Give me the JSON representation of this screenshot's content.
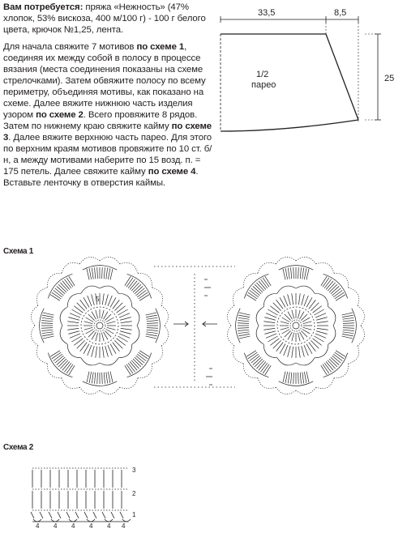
{
  "materials": {
    "heading": "Вам потребуется:",
    "text": "пряжа «Нежность» (47% хлопок, 53% вискоза, 400 м/100 г) - 100 г белого цвета, крючок №1,25, лента."
  },
  "instructions": {
    "p1": "Для начала свяжите 7 мотивов",
    "p1_bold": "по схеме 1",
    "p2": ", соединяя их между собой в полосу в процессе вязания (места соединения показаны на схеме стрелочками). Затем обвяжите полосу по всему периметру, объединяя мотивы, как показано на схеме. Далее вяжите нижнюю часть изделия узором",
    "p2_bold": "по схеме 2",
    "p3": ". Всего провяжите 8 рядов. Затем по нижнему краю свяжите кайму",
    "p3_bold": "по схеме 3",
    "p4": ". Далее вяжите верхнюю часть парео. Для этого по верхним краям мотивов провяжите по 10 ст. б/н, а между мотивами наберите по 15 возд. п. = 175 петель. Далее свяжите кайму",
    "p4_bold": "по схеме 4",
    "p5": ". Вставьте ленточку в отверстия каймы."
  },
  "pattern_diagram": {
    "dim_top_left": "33,5",
    "dim_top_right": "8,5",
    "dim_right": "25",
    "piece_fraction": "1/2",
    "piece_name": "парео"
  },
  "scheme1": {
    "label": "Схема 1",
    "motif_row_marker": "5"
  },
  "scheme2": {
    "label": "Схема 2",
    "row_numbers": [
      "3",
      "2",
      "1"
    ],
    "repeat_labels": [
      "4",
      "4",
      "4",
      "4",
      "4",
      "4"
    ]
  },
  "colors": {
    "text": "#231f20",
    "lines": "#231f20"
  }
}
